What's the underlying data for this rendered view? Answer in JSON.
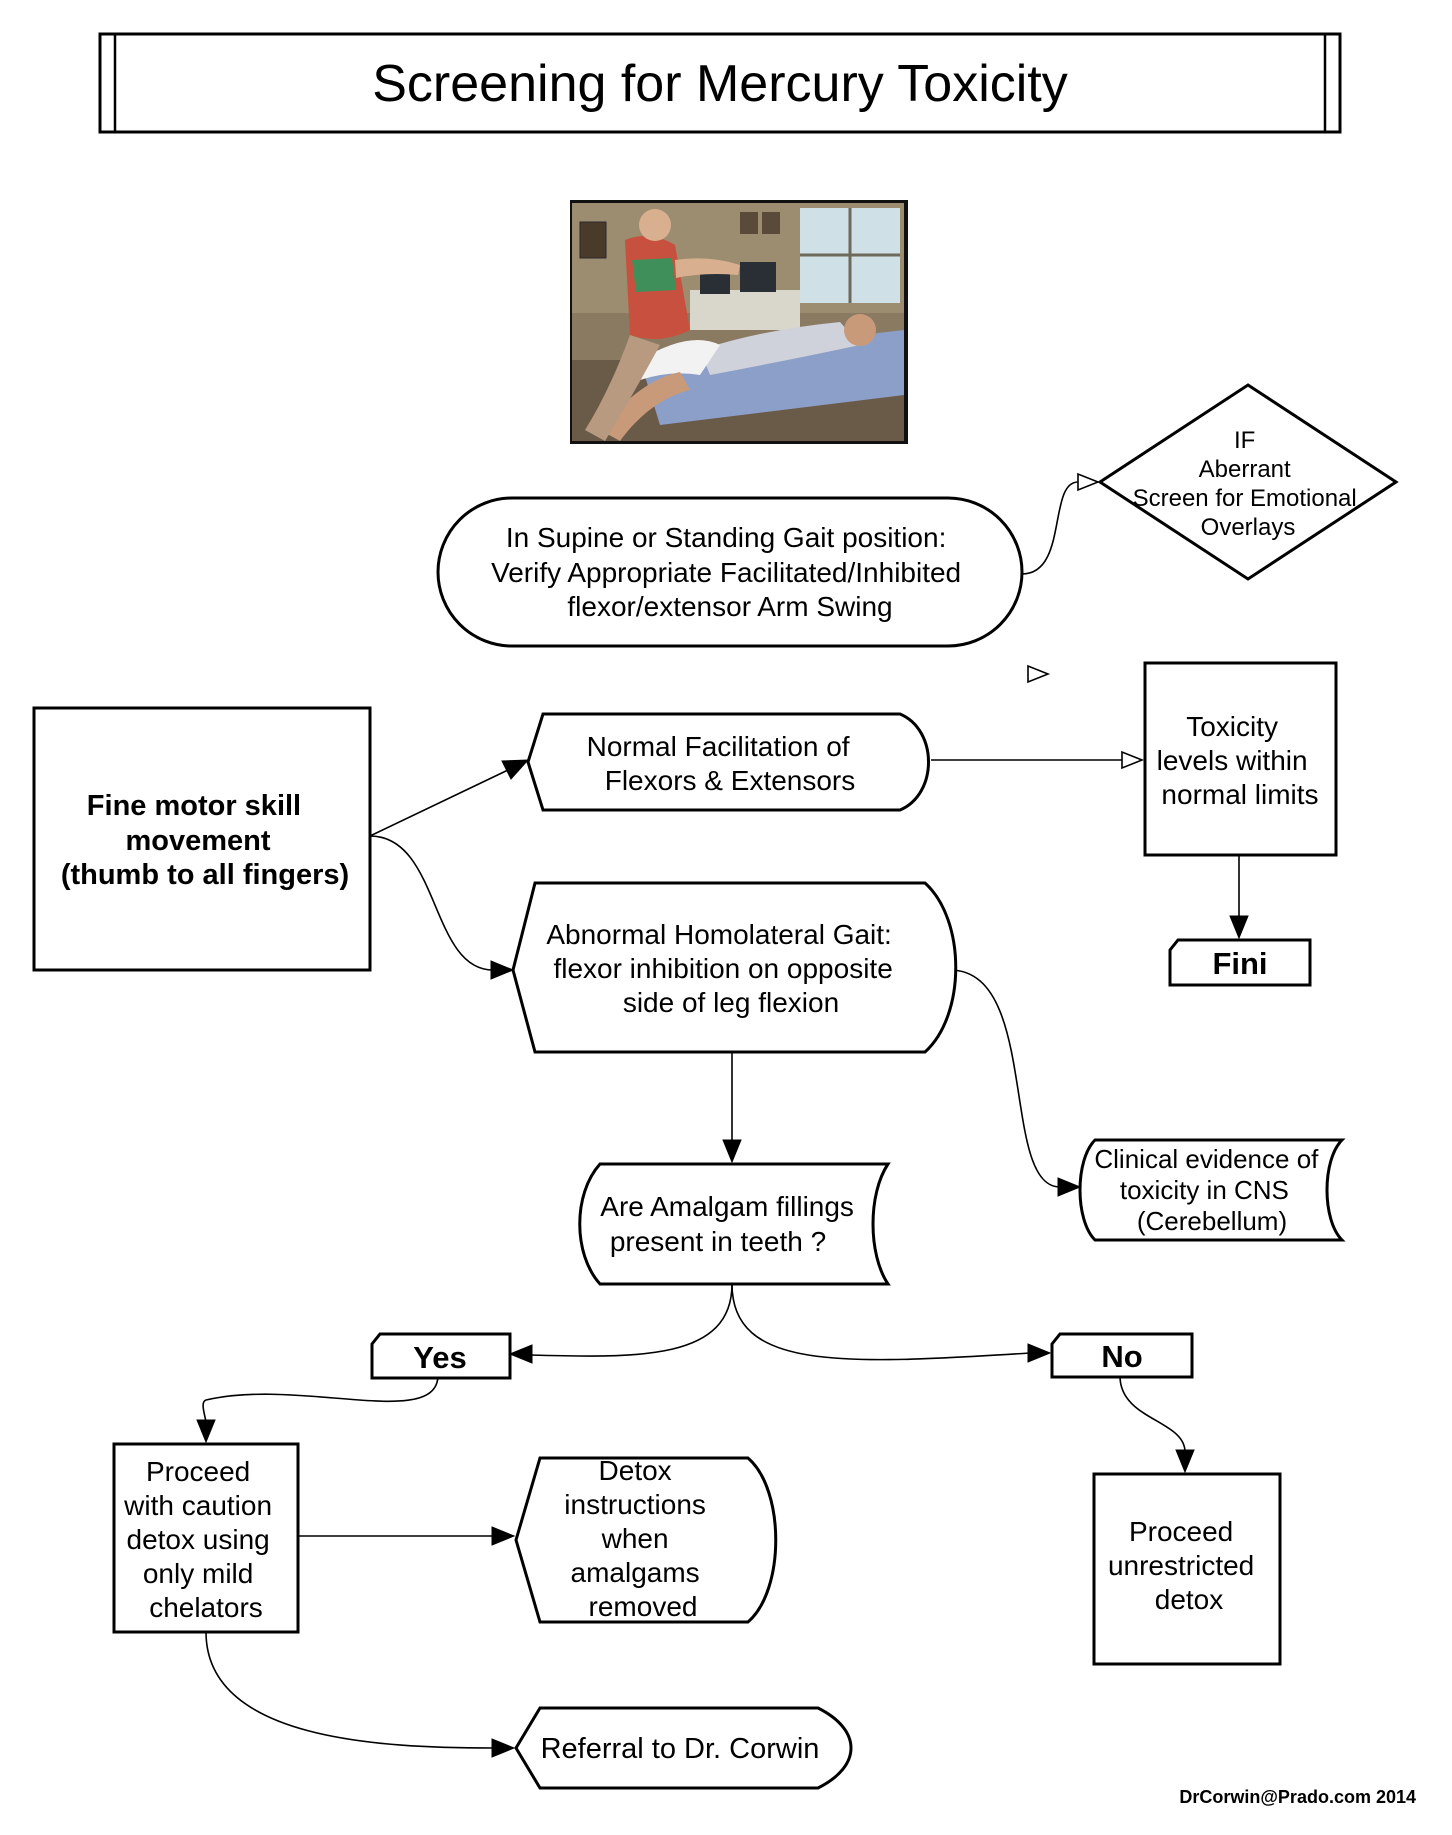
{
  "title": "Screening for Mercury Toxicity",
  "nodes": {
    "supine": [
      "In Supine or Standing Gait position:",
      "Verify Appropriate Facilitated/Inhibited",
      "flexor/extensor Arm Swing"
    ],
    "emotional": [
      "IF",
      "Aberrant",
      "Screen for Emotional",
      "Overlays"
    ],
    "fine_motor": [
      "Fine motor skill",
      "movement",
      "(thumb to all fingers)"
    ],
    "normal": [
      "Normal Facilitation of",
      "Flexors & Extensors"
    ],
    "toxicity_normal": [
      "Toxicity",
      "levels within",
      "normal limits"
    ],
    "fini": "Fini",
    "abnormal": [
      "Abnormal  Homolateral Gait:",
      "flexor inhibition on opposite",
      "side of leg flexion"
    ],
    "clinical": [
      "Clinical evidence of",
      "toxicity in CNS",
      "(Cerebellum)"
    ],
    "amalgam": [
      "Are Amalgam fillings",
      "present in teeth ?"
    ],
    "yes": "Yes",
    "no": "No",
    "caution": [
      "Proceed",
      "with caution",
      "detox using",
      "only mild",
      "chelators"
    ],
    "detox_instr": [
      "Detox",
      "instructions",
      "when",
      "amalgams",
      "removed"
    ],
    "unrestricted": [
      "Proceed",
      "unrestricted",
      "detox"
    ],
    "referral": "Referral to Dr. Corwin"
  },
  "footer": "DrCorwin@Prado.com 2014",
  "photo": {
    "alt": "Practitioner testing the arm and leg of a patient lying on an examination table"
  }
}
